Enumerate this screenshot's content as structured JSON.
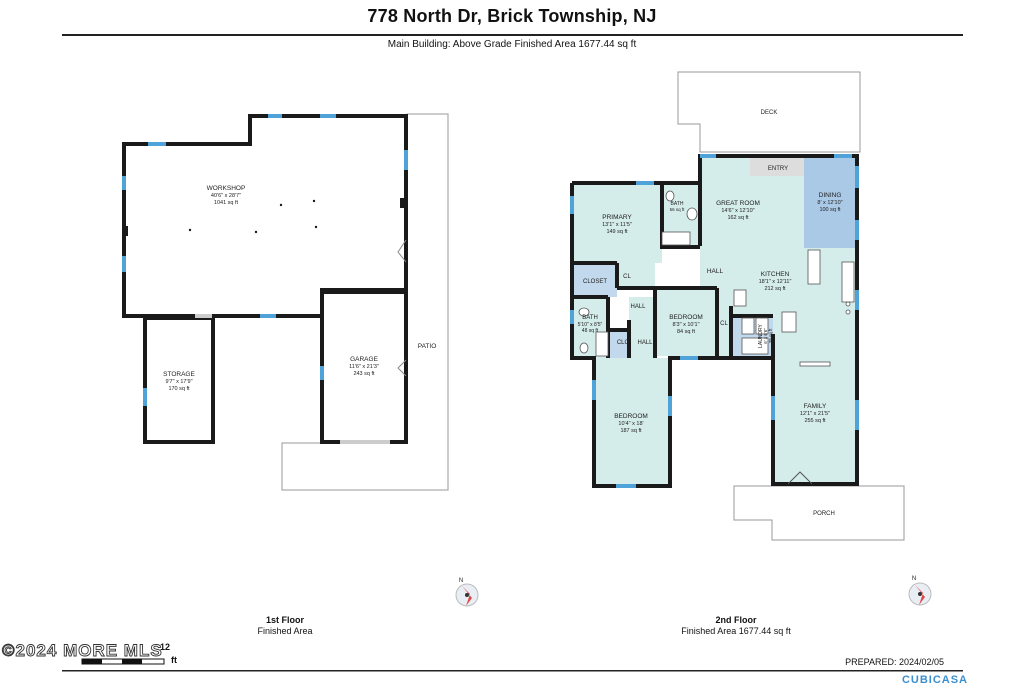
{
  "header": {
    "title": "778 North Dr, Brick Township, NJ",
    "subtitle": "Main Building: Above Grade Finished Area 1677.44 sq ft"
  },
  "floor1": {
    "name": "1st Floor",
    "area": "Finished Area",
    "rooms": {
      "workshop": {
        "name": "WORKSHOP",
        "dims": "40'6\" x 28'7\"",
        "area": "1041 sq ft"
      },
      "storage": {
        "name": "STORAGE",
        "dims": "9'7\" x 17'9\"",
        "area": "170 sq ft"
      },
      "garage": {
        "name": "GARAGE",
        "dims": "11'6\" x 21'3\"",
        "area": "243 sq ft"
      },
      "patio": {
        "name": "PATIO"
      }
    }
  },
  "floor2": {
    "name": "2nd Floor",
    "area": "Finished Area 1677.44 sq ft",
    "rooms": {
      "deck": {
        "name": "DECK"
      },
      "entry": {
        "name": "ENTRY"
      },
      "primary": {
        "name": "PRIMARY",
        "dims": "13'1\" x 11'5\"",
        "area": "149 sq ft"
      },
      "bath_small": {
        "name": "BATH",
        "area": "56 sq ft"
      },
      "great_room": {
        "name": "GREAT ROOM",
        "dims": "14'6\" x 12'10\"",
        "area": "162 sq ft"
      },
      "dining": {
        "name": "DINING",
        "dims": "8' x 12'10\"",
        "area": "100 sq ft"
      },
      "closet": {
        "name": "CLOSET"
      },
      "cl_upper": {
        "name": "CL"
      },
      "hall_upper": {
        "name": "HALL"
      },
      "kitchen": {
        "name": "KITCHEN",
        "dims": "18'1\" x 12'11\"",
        "area": "212 sq ft"
      },
      "hall_mid": {
        "name": "HALL"
      },
      "bath": {
        "name": "BATH",
        "dims": "5'10\" x 8'5\"",
        "area": "48 sq ft"
      },
      "clo": {
        "name": "CLO"
      },
      "hall_lower": {
        "name": "HALL"
      },
      "bedroom_mid": {
        "name": "BEDROOM",
        "dims": "8'3\" x 10'1\"",
        "area": "84 sq ft"
      },
      "cl_mid": {
        "name": "CL"
      },
      "laundry": {
        "name": "LAUNDRY",
        "dims": "6' x 6'6\"",
        "area": "39 sq ft"
      },
      "bedroom_low": {
        "name": "BEDROOM",
        "dims": "10'4\" x 18'",
        "area": "187 sq ft"
      },
      "family": {
        "name": "FAMILY",
        "dims": "12'1\" x 21'5\"",
        "area": "255 sq ft"
      },
      "porch": {
        "name": "PORCH"
      }
    }
  },
  "compass_label": "N",
  "scale": {
    "value": "12",
    "unit": "ft"
  },
  "prepared": "PREPARED: 2024/02/05",
  "watermark": "©2024 MORE MLS",
  "brand": "CUBICASA",
  "colors": {
    "wall": "#1a1a1a",
    "window": "#4fa3d9",
    "room_fill": "#d4ecea",
    "dining_fill": "#aac9e6",
    "utility_fill": "#c2d8ec",
    "compass": "#e04848"
  }
}
